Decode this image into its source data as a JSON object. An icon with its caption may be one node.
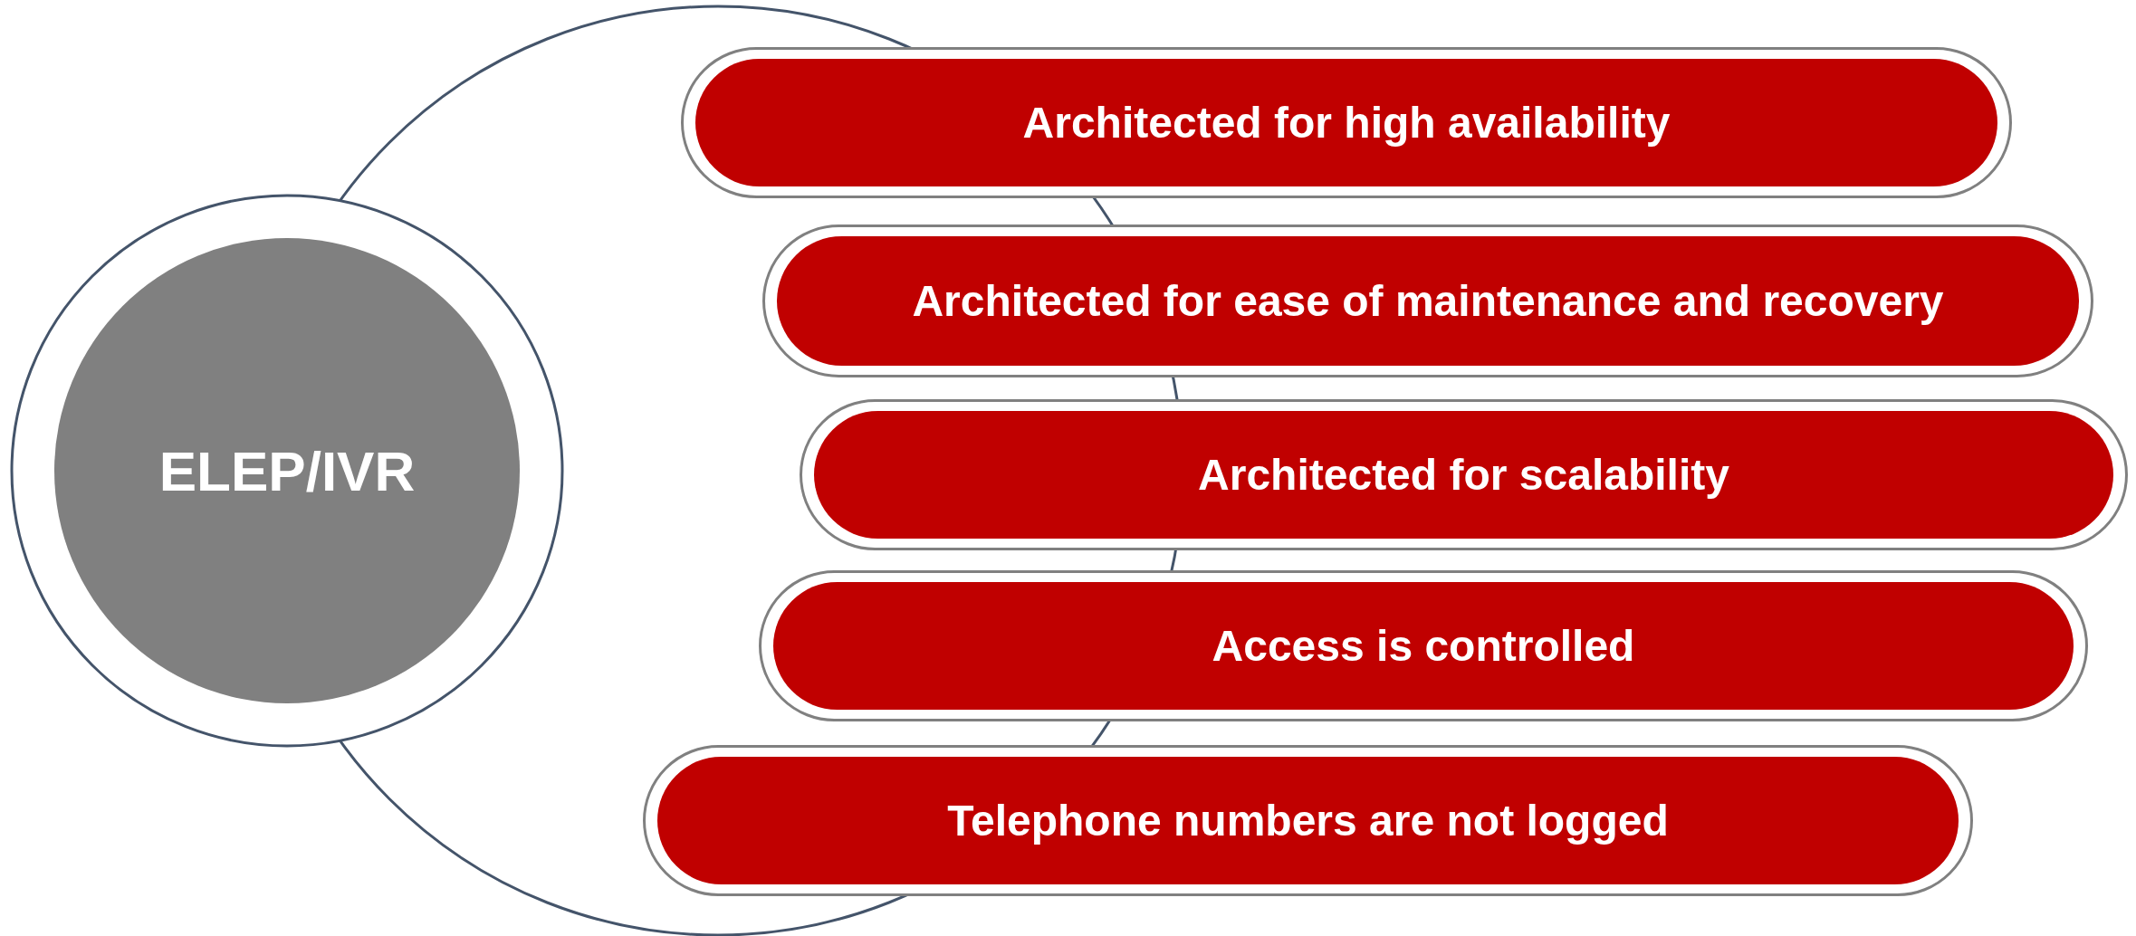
{
  "diagram": {
    "nodes": [
      {
        "text": [
          "ELEP/IVR"
        ]
      },
      {
        "text": [
          "Architected for high availability"
        ]
      },
      {
        "text": [
          "Architected for ease of maintenance and recovery"
        ]
      },
      {
        "text": [
          "Architected for scalability"
        ]
      },
      {
        "text": [
          "Access is controlled"
        ]
      },
      {
        "text": [
          "Telephone numbers are not logged"
        ]
      }
    ]
  }
}
